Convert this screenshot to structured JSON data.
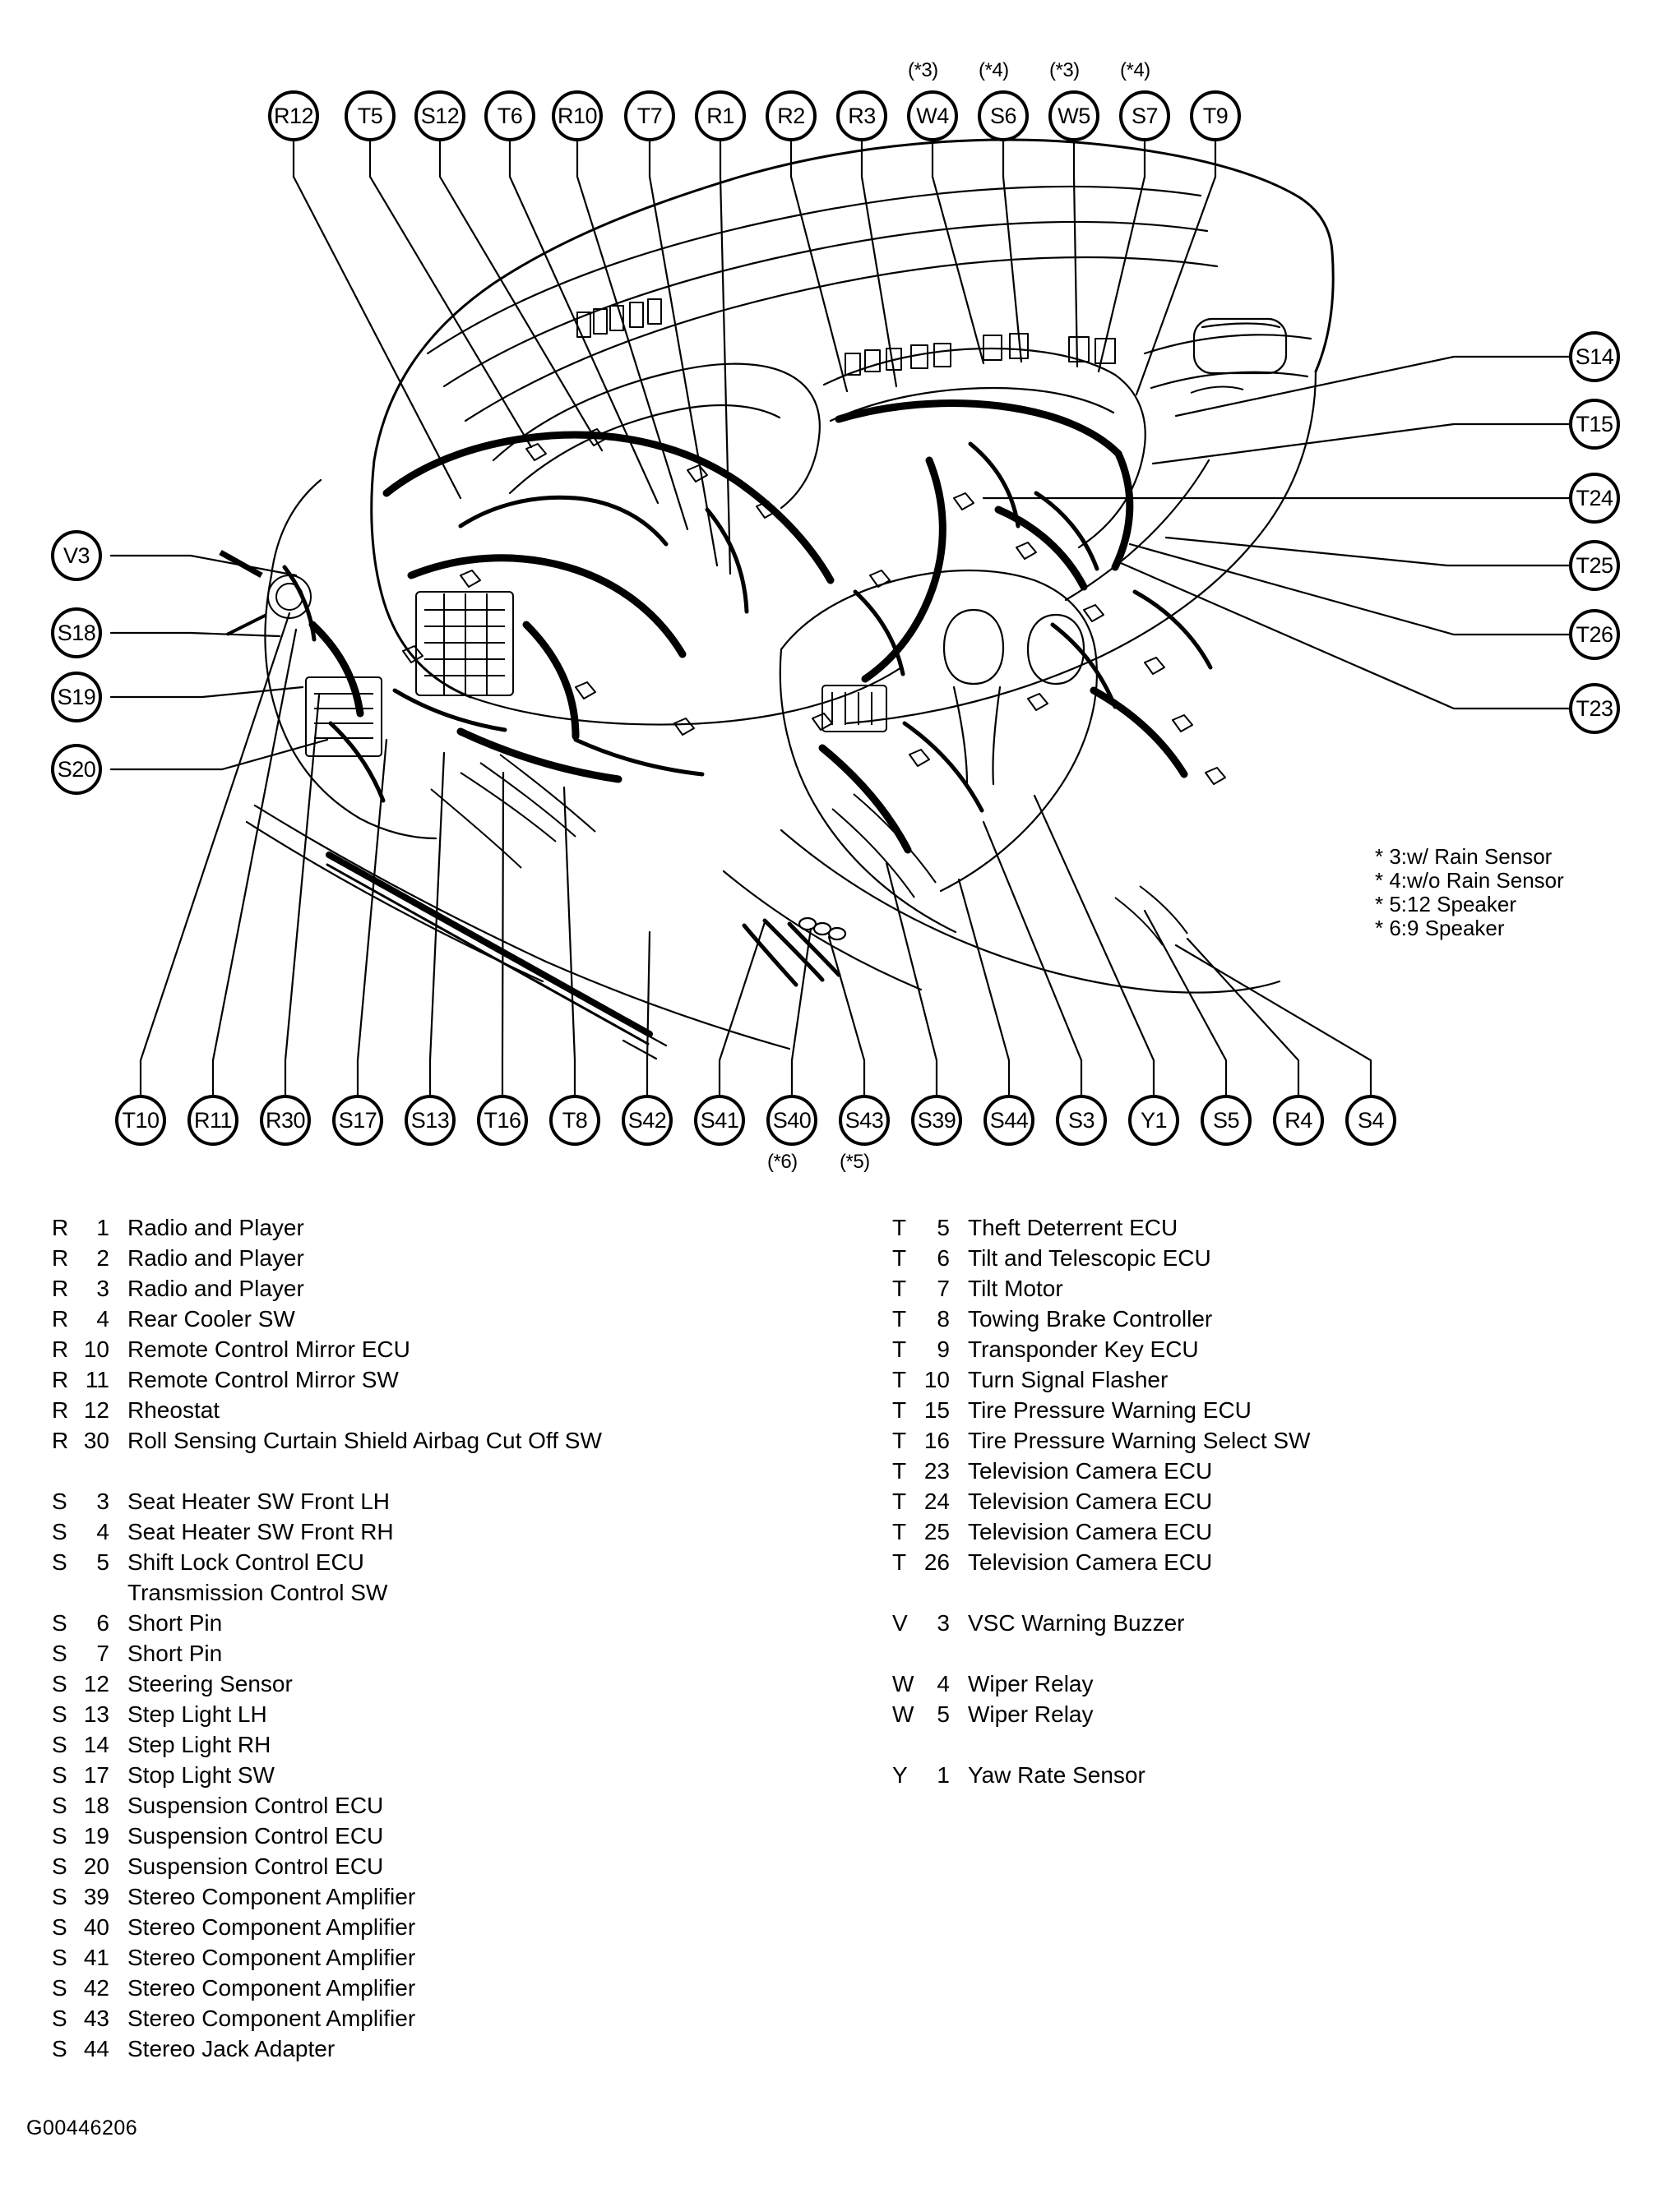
{
  "image_code": "G00446206",
  "footnotes": [
    "* 3:w/ Rain Sensor",
    "* 4:w/o Rain Sensor",
    "* 5:12 Speaker",
    "* 6:9 Speaker"
  ],
  "callouts": {
    "top": [
      {
        "label": "R12",
        "note": null
      },
      {
        "label": "T5",
        "note": null
      },
      {
        "label": "S12",
        "note": null
      },
      {
        "label": "T6",
        "note": null
      },
      {
        "label": "R10",
        "note": null
      },
      {
        "label": "T7",
        "note": null
      },
      {
        "label": "R1",
        "note": null
      },
      {
        "label": "R2",
        "note": null
      },
      {
        "label": "R3",
        "note": null
      },
      {
        "label": "W4",
        "note": "(*3)"
      },
      {
        "label": "S6",
        "note": "(*4)"
      },
      {
        "label": "W5",
        "note": "(*3)"
      },
      {
        "label": "S7",
        "note": "(*4)"
      },
      {
        "label": "T9",
        "note": null
      }
    ],
    "left": [
      {
        "label": "V3",
        "note": null
      },
      {
        "label": "S18",
        "note": null
      },
      {
        "label": "S19",
        "note": null
      },
      {
        "label": "S20",
        "note": null
      }
    ],
    "right": [
      {
        "label": "S14",
        "note": null
      },
      {
        "label": "T15",
        "note": null
      },
      {
        "label": "T24",
        "note": null
      },
      {
        "label": "T25",
        "note": null
      },
      {
        "label": "T26",
        "note": null
      },
      {
        "label": "T23",
        "note": null
      }
    ],
    "bottom": [
      {
        "label": "T10",
        "note": null
      },
      {
        "label": "R11",
        "note": null
      },
      {
        "label": "R30",
        "note": null
      },
      {
        "label": "S17",
        "note": null
      },
      {
        "label": "S13",
        "note": null
      },
      {
        "label": "T16",
        "note": null
      },
      {
        "label": "T8",
        "note": null
      },
      {
        "label": "S42",
        "note": null
      },
      {
        "label": "S41",
        "note": null
      },
      {
        "label": "S40",
        "note": "(*6)"
      },
      {
        "label": "S43",
        "note": "(*5)"
      },
      {
        "label": "S39",
        "note": null
      },
      {
        "label": "S44",
        "note": null
      },
      {
        "label": "S3",
        "note": null
      },
      {
        "label": "Y1",
        "note": null
      },
      {
        "label": "S5",
        "note": null
      },
      {
        "label": "R4",
        "note": null
      },
      {
        "label": "S4",
        "note": null
      }
    ]
  },
  "legend": {
    "left_column": [
      {
        "letter": "R",
        "number": "1",
        "desc": "Radio and Player"
      },
      {
        "letter": "R",
        "number": "2",
        "desc": "Radio and Player"
      },
      {
        "letter": "R",
        "number": "3",
        "desc": "Radio and Player"
      },
      {
        "letter": "R",
        "number": "4",
        "desc": "Rear Cooler SW"
      },
      {
        "letter": "R",
        "number": "10",
        "desc": "Remote Control Mirror ECU"
      },
      {
        "letter": "R",
        "number": "11",
        "desc": "Remote Control Mirror SW"
      },
      {
        "letter": "R",
        "number": "12",
        "desc": "Rheostat"
      },
      {
        "letter": "R",
        "number": "30",
        "desc": "Roll Sensing Curtain Shield Airbag Cut Off SW"
      },
      {
        "gap": true
      },
      {
        "letter": "S",
        "number": "3",
        "desc": "Seat Heater SW Front LH"
      },
      {
        "letter": "S",
        "number": "4",
        "desc": "Seat Heater SW Front RH"
      },
      {
        "letter": "S",
        "number": "5",
        "desc": "Shift Lock Control ECU"
      },
      {
        "continuation": true,
        "desc": "Transmission Control SW"
      },
      {
        "letter": "S",
        "number": "6",
        "desc": "Short Pin"
      },
      {
        "letter": "S",
        "number": "7",
        "desc": "Short Pin"
      },
      {
        "letter": "S",
        "number": "12",
        "desc": "Steering Sensor"
      },
      {
        "letter": "S",
        "number": "13",
        "desc": "Step Light LH"
      },
      {
        "letter": "S",
        "number": "14",
        "desc": "Step Light RH"
      },
      {
        "letter": "S",
        "number": "17",
        "desc": "Stop Light SW"
      },
      {
        "letter": "S",
        "number": "18",
        "desc": "Suspension Control ECU"
      },
      {
        "letter": "S",
        "number": "19",
        "desc": "Suspension Control ECU"
      },
      {
        "letter": "S",
        "number": "20",
        "desc": "Suspension Control ECU"
      },
      {
        "letter": "S",
        "number": "39",
        "desc": "Stereo Component Amplifier"
      },
      {
        "letter": "S",
        "number": "40",
        "desc": "Stereo Component Amplifier"
      },
      {
        "letter": "S",
        "number": "41",
        "desc": "Stereo Component Amplifier"
      },
      {
        "letter": "S",
        "number": "42",
        "desc": "Stereo Component Amplifier"
      },
      {
        "letter": "S",
        "number": "43",
        "desc": "Stereo Component Amplifier"
      },
      {
        "letter": "S",
        "number": "44",
        "desc": "Stereo Jack Adapter"
      }
    ],
    "right_column": [
      {
        "letter": "T",
        "number": "5",
        "desc": "Theft Deterrent ECU"
      },
      {
        "letter": "T",
        "number": "6",
        "desc": "Tilt and Telescopic ECU"
      },
      {
        "letter": "T",
        "number": "7",
        "desc": "Tilt Motor"
      },
      {
        "letter": "T",
        "number": "8",
        "desc": "Towing Brake Controller"
      },
      {
        "letter": "T",
        "number": "9",
        "desc": "Transponder Key ECU"
      },
      {
        "letter": "T",
        "number": "10",
        "desc": "Turn Signal Flasher"
      },
      {
        "letter": "T",
        "number": "15",
        "desc": "Tire Pressure Warning ECU"
      },
      {
        "letter": "T",
        "number": "16",
        "desc": "Tire Pressure Warning Select SW"
      },
      {
        "letter": "T",
        "number": "23",
        "desc": "Television Camera ECU"
      },
      {
        "letter": "T",
        "number": "24",
        "desc": "Television Camera ECU"
      },
      {
        "letter": "T",
        "number": "25",
        "desc": "Television Camera ECU"
      },
      {
        "letter": "T",
        "number": "26",
        "desc": "Television Camera ECU"
      },
      {
        "gap": true
      },
      {
        "letter": "V",
        "number": "3",
        "desc": "VSC Warning Buzzer"
      },
      {
        "gap": true
      },
      {
        "letter": "W",
        "number": "4",
        "desc": "Wiper Relay"
      },
      {
        "letter": "W",
        "number": "5",
        "desc": "Wiper Relay"
      },
      {
        "gap": true
      },
      {
        "letter": "Y",
        "number": "1",
        "desc": "Yaw Rate Sensor"
      }
    ]
  }
}
